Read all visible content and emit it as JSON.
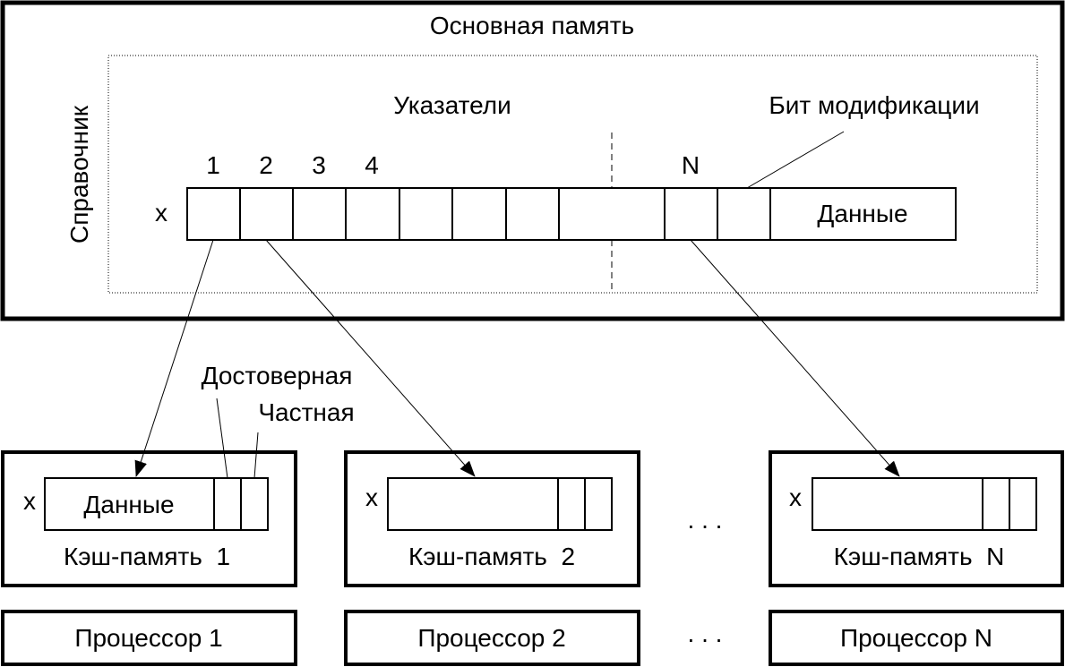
{
  "main_memory": {
    "title": "Основная память",
    "directory_label": "Справочник",
    "pointers_label": "Указатели",
    "modified_bit_label": "Бит модификации",
    "row_label": "x",
    "pointer_numbers": [
      "1",
      "2",
      "3",
      "4"
    ],
    "last_pointer_label": "N",
    "data_label": "Данные"
  },
  "cache_flags": {
    "valid_label": "Достоверная",
    "private_label": "Частная"
  },
  "caches": [
    {
      "row_label": "x",
      "data_label": "Данные",
      "title": "Кэш-память  1"
    },
    {
      "row_label": "x",
      "data_label": "",
      "title": "Кэш-память  2"
    },
    {
      "row_label": "x",
      "data_label": "",
      "title": "Кэш-память  N"
    }
  ],
  "processors": [
    {
      "title": "Процессор 1"
    },
    {
      "title": "Процессор 2"
    },
    {
      "title": "Процессор N"
    }
  ],
  "ellipsis": [
    ". . .",
    ". . ."
  ]
}
